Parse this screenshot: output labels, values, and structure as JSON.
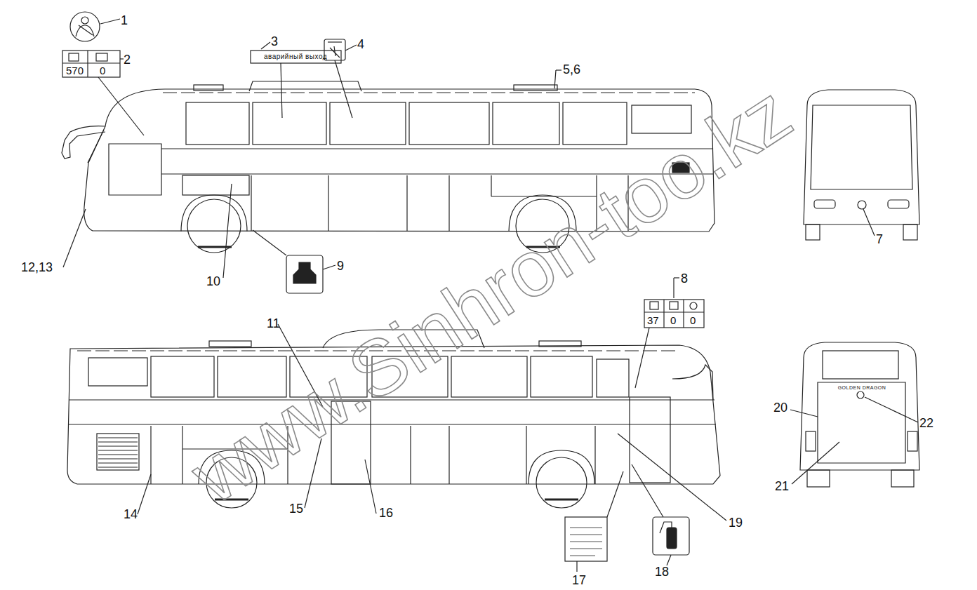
{
  "diagram": {
    "labels": [
      "1",
      "2",
      "570",
      "0",
      "3",
      "аварийный выход",
      "4",
      "5,6",
      "12,13",
      "10",
      "9",
      "7",
      "8",
      "37",
      "0",
      "0",
      "11",
      "14",
      "15",
      "16",
      "17",
      "18",
      "19",
      "20",
      "21",
      "22",
      "GOLDEN DRAGON",
      "www.Sinhron-too.kz"
    ]
  }
}
